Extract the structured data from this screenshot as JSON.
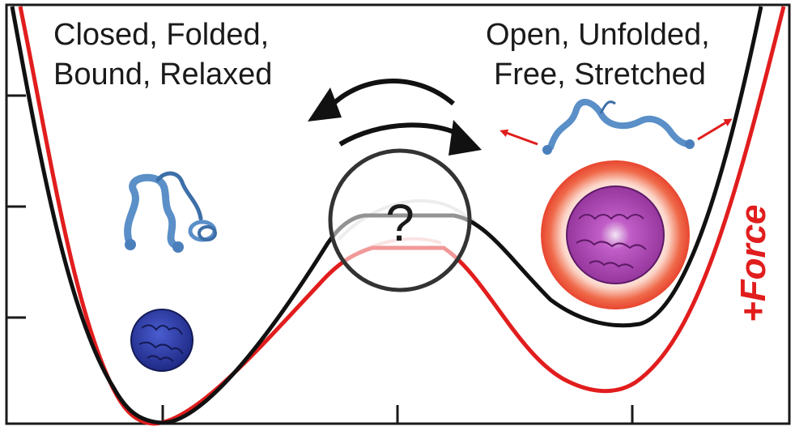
{
  "labels": {
    "left_line1": "Closed, Folded,",
    "left_line2": "Bound, Relaxed",
    "right_line1": "Open, Unfolded,",
    "right_line2": "Free, Stretched",
    "question": "?",
    "force": "+Force"
  },
  "colors": {
    "frame": "#1a1a1a",
    "no_force_curve": "#111111",
    "force_curve": "#e11d1d",
    "folded_protein": "#5a8fc8",
    "closed_blob": "#2f3fa8",
    "open_blob": "#a23ea8",
    "glow": "#e8452f"
  },
  "icons": {
    "exchange": "curved-double-arrow-icon",
    "stretch": "double-headed-arrow-icon"
  }
}
